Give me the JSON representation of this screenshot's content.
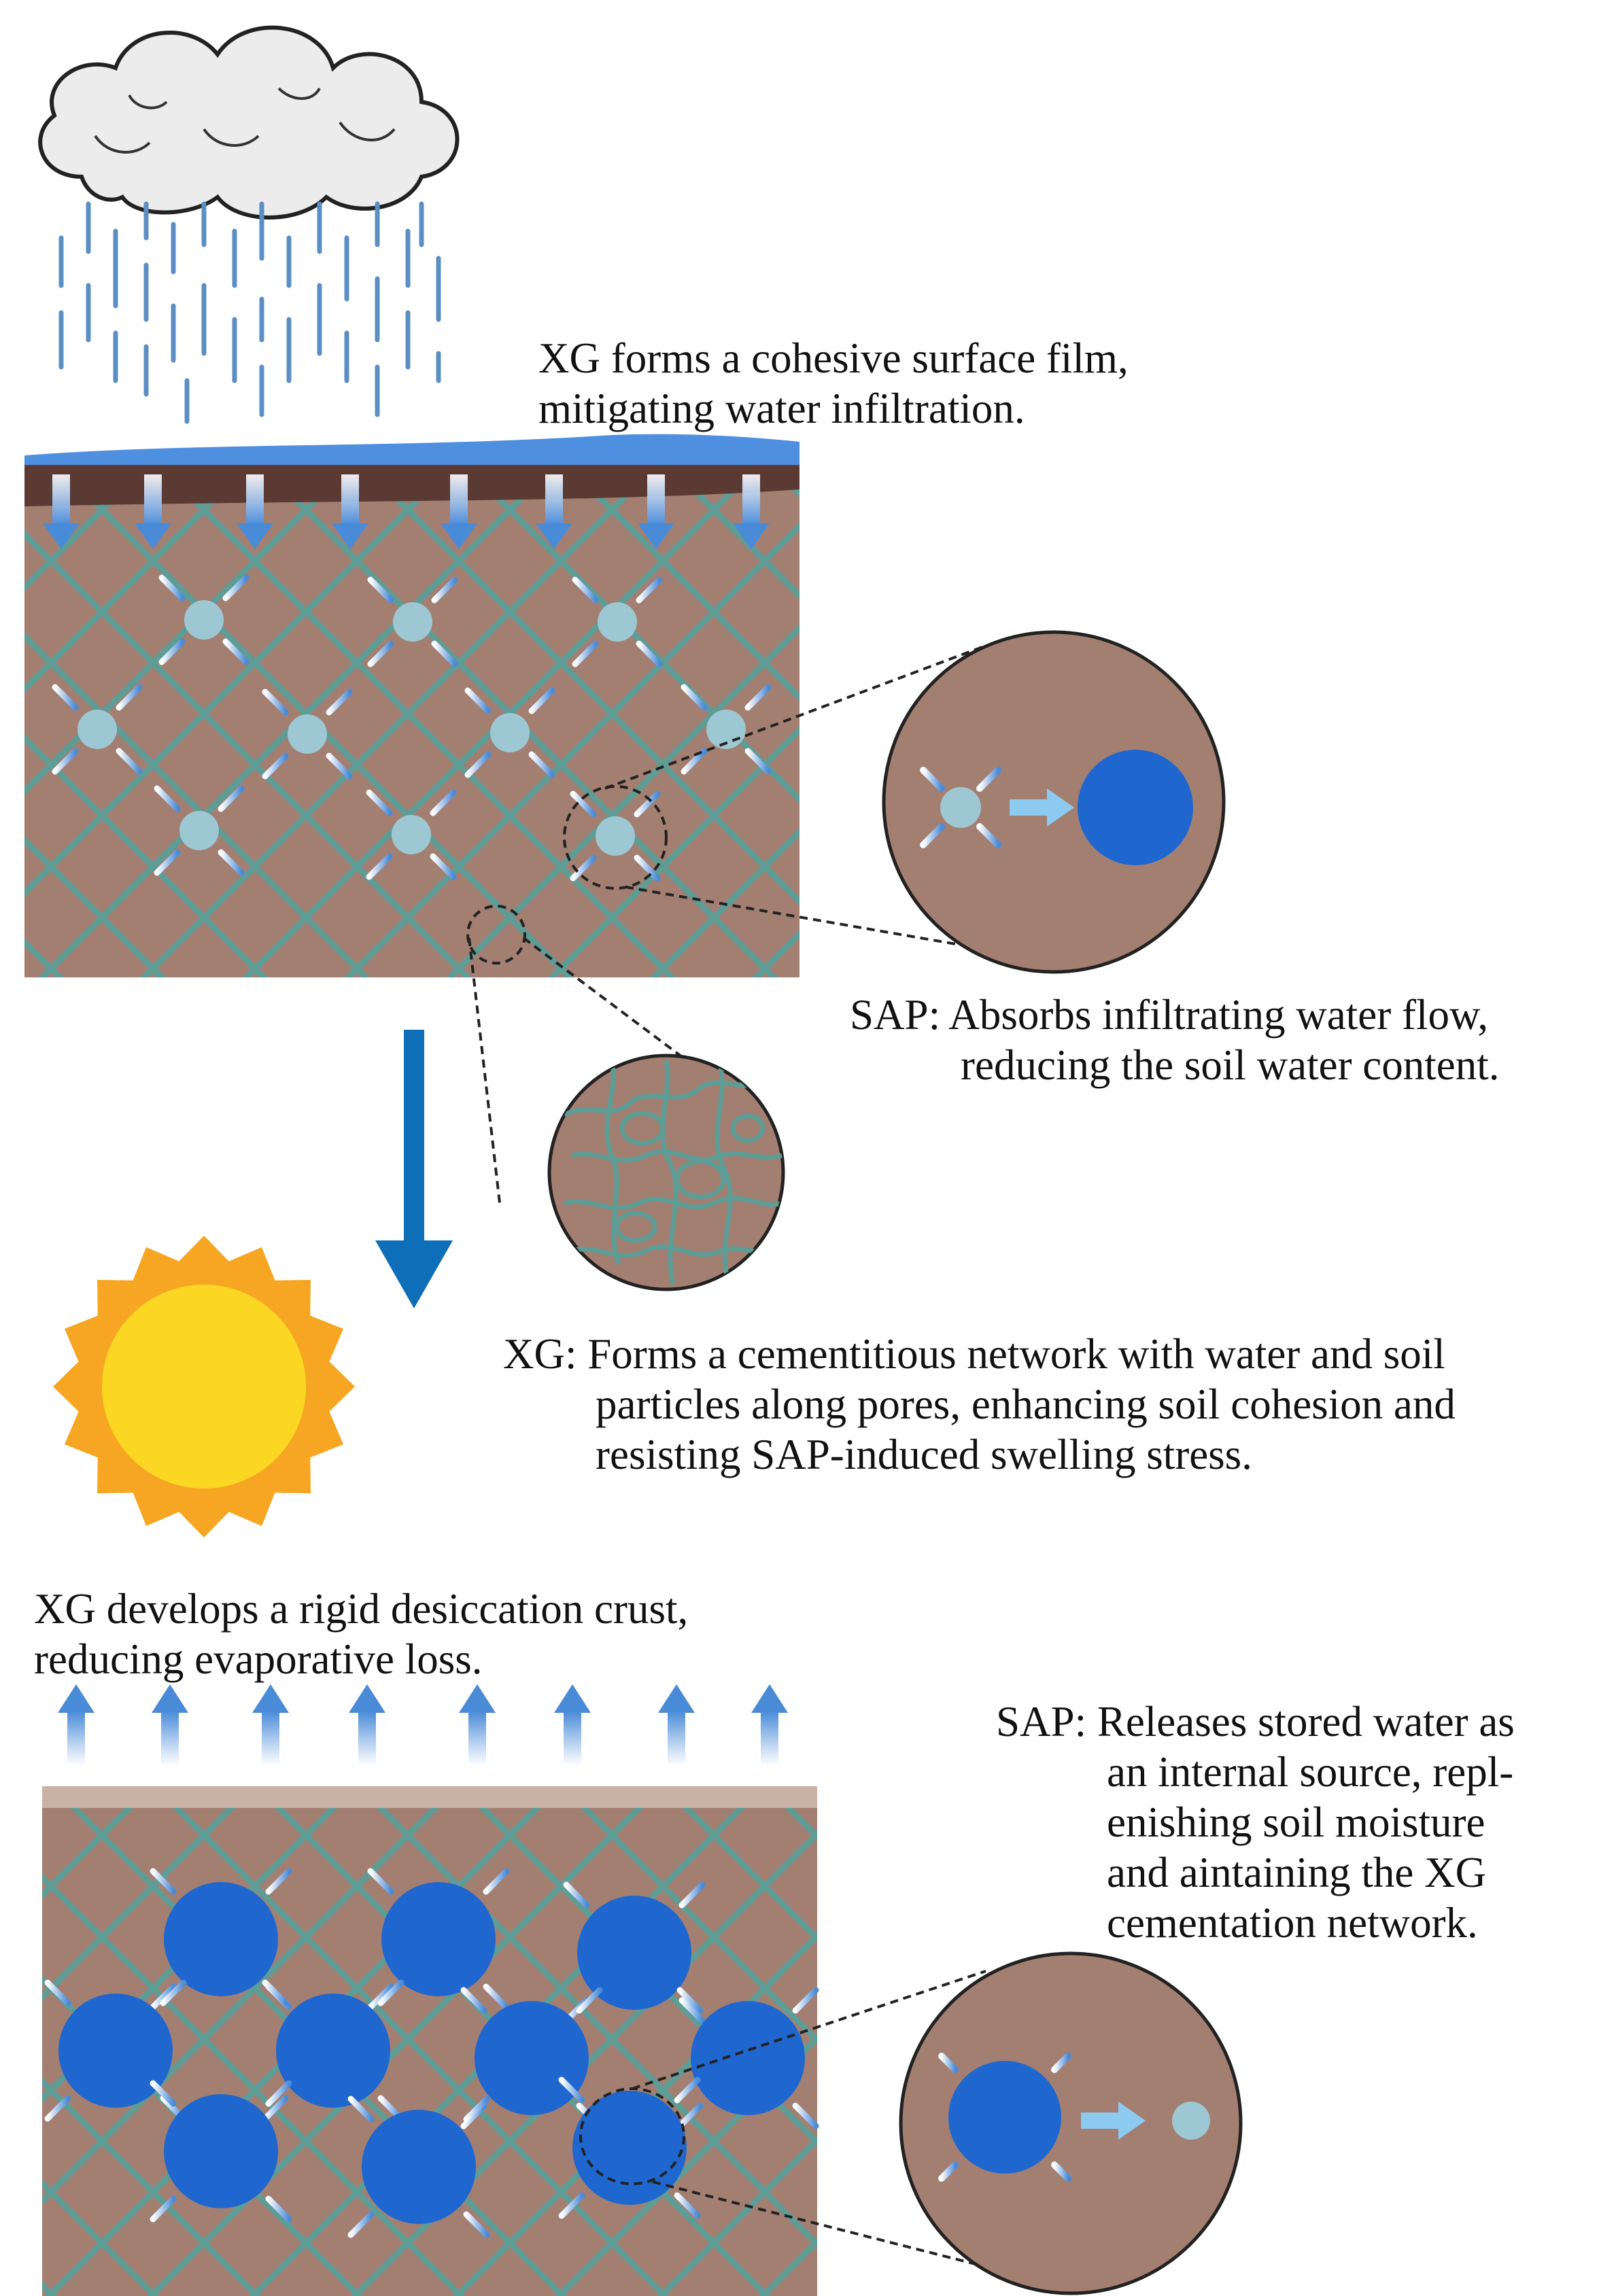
{
  "colors": {
    "soil": "#a37f72",
    "mesh": "#5e9c96",
    "crust_wet": "#5a3a32",
    "crust_dry": "#c9b2a5",
    "water_film": "#4f8fe0",
    "rain": "#5b8fc4",
    "sap_small": "#9dc7d2",
    "sap_swollen": "#1f66cf",
    "flow_arrow": "#4a8bd8",
    "process_arrow": "#0f6eb8",
    "sun_outer": "#f6a623",
    "sun_inner": "#fbd724"
  },
  "icons": {
    "cloud": "cloud-icon",
    "rain": "rain-icon",
    "sun": "sun-icon",
    "process": "down-arrow-icon"
  },
  "captions": {
    "surface_film": {
      "lines": [
        "XG forms a cohesive surface film,",
        "mitigating water infiltration."
      ]
    },
    "sap_absorb": {
      "lead": "SAP: Absorbs infiltrating water flow,",
      "rest": [
        "reducing the soil water content."
      ]
    },
    "xg_network": {
      "lead": "XG: Forms a cementitious network with water and soil",
      "rest": [
        "particles along pores, enhancing soil cohesion and",
        "resisting SAP-induced swelling stress."
      ]
    },
    "desiccation_crust": {
      "lines": [
        "XG develops a rigid desiccation crust,",
        "reducing evaporative loss."
      ]
    },
    "sap_release": {
      "lead": "SAP: Releases stored water as",
      "rest": [
        "an internal source, repl-",
        "enishing soil moisture",
        "and aintaining the XG",
        "cementation network."
      ]
    }
  }
}
